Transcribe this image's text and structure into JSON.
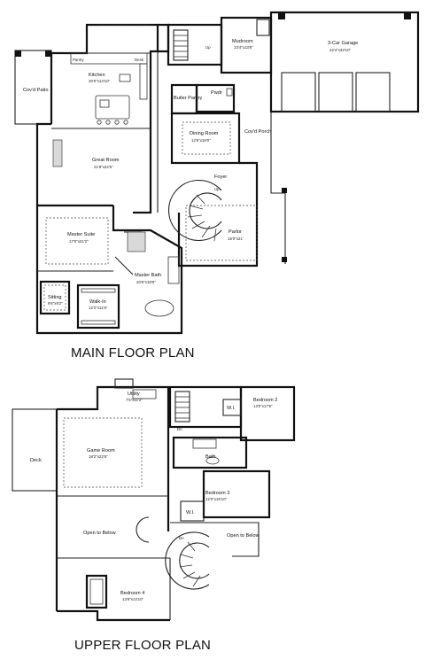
{
  "main_floor": {
    "title": "MAIN FLOOR PLAN",
    "rooms": {
      "covd_patio": {
        "name": "Cov'd Patio"
      },
      "kitchen": {
        "name": "Kitchen",
        "dims": "20'0\"x13'10\""
      },
      "pantry": {
        "name": "Pantry"
      },
      "desk": {
        "name": "Desk"
      },
      "great_room": {
        "name": "Great Room",
        "dims": "21'8\"x22'6\""
      },
      "mudroom": {
        "name": "Mudroom",
        "dims": "13'4\"x13'8\""
      },
      "butler_pantry": {
        "name": "Butler Pantry"
      },
      "powder": {
        "name": "Pwdr"
      },
      "dining_room": {
        "name": "Dining Room",
        "dims": "12'6\"x16'0\""
      },
      "garage": {
        "name": "3-Car Garage",
        "dims": "22'4\"x33'10\""
      },
      "covd_porch": {
        "name": "Cov'd Porch"
      },
      "foyer": {
        "name": "Foyer"
      },
      "parlor": {
        "name": "Parlor",
        "dims": "15'0\"x21'"
      },
      "master_suite": {
        "name": "Master Suite",
        "dims": "17'0\"x21'2\""
      },
      "master_bath": {
        "name": "Master Bath",
        "dims": "20'6\"x18'8\""
      },
      "sitting": {
        "name": "Sitting",
        "dims": "9'6\"x9'2\""
      },
      "walk_in": {
        "name": "Walk-In",
        "dims": "12'2\"x11'8\""
      }
    },
    "stair_labels": {
      "up_back": "Up",
      "up_front": "Up"
    }
  },
  "upper_floor": {
    "title": "UPPER FLOOR PLAN",
    "rooms": {
      "utility": {
        "name": "Utility",
        "dims": "7'6\"x11'2\""
      },
      "bedroom_2": {
        "name": "Bedroom 2",
        "dims": "13'0\"x17'6\""
      },
      "wi_2": {
        "name": "W.I."
      },
      "deck": {
        "name": "Deck"
      },
      "game_room": {
        "name": "Game Room",
        "dims": "18'2\"x22'6\""
      },
      "bath": {
        "name": "Bath"
      },
      "bedroom_3": {
        "name": "Bedroom 3",
        "dims": "12'0\"x15'10\""
      },
      "wi_3": {
        "name": "W.I."
      },
      "open_to_below_large": {
        "name": "Open to Below"
      },
      "open_to_below_small": {
        "name": "Open to Below"
      },
      "bedroom_4": {
        "name": "Bedroom 4",
        "dims": "13'8\"x13'10\""
      }
    },
    "stair_labels": {
      "dn_back": "Dn",
      "dn_front": "Dn"
    }
  }
}
